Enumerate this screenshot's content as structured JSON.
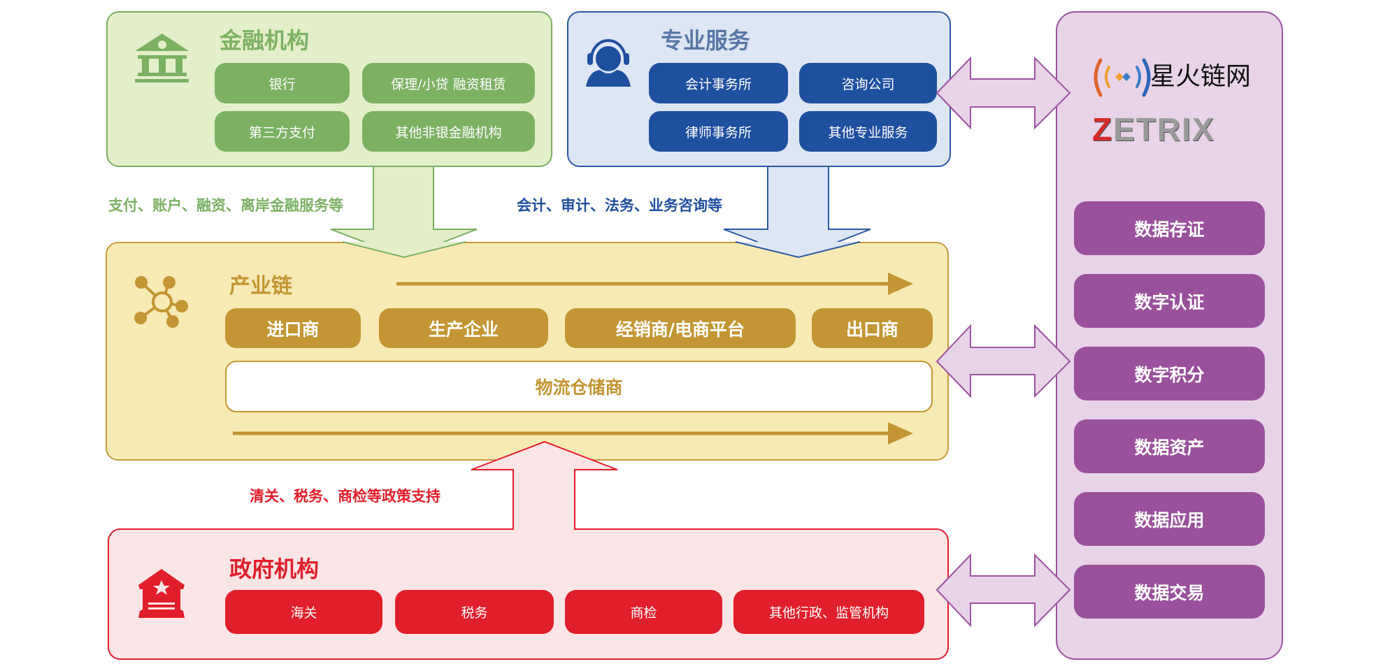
{
  "finance": {
    "title": "金融机构",
    "icon": "bank-icon",
    "items": [
      "银行",
      "保理/小贷 融资租赁",
      "第三方支付",
      "其他非银金融机构"
    ],
    "arrow_label": "支付、账户、融资、离岸金融服务等",
    "color": "#7cb164"
  },
  "professional": {
    "title": "专业服务",
    "icon": "headset-user-icon",
    "items": [
      "会计事务所",
      "咨询公司",
      "律师事务所",
      "其他专业服务"
    ],
    "arrow_label": "会计、审计、法务、业务咨询等",
    "color": "#1f4f9f"
  },
  "industry": {
    "title": "产业链",
    "icon": "network-icon",
    "items": [
      "进口商",
      "生产企业",
      "经销商/电商平台",
      "出口商"
    ],
    "logistics": "物流仓储商",
    "color": "#c39633"
  },
  "government": {
    "title": "政府机构",
    "icon": "government-building-icon",
    "items": [
      "海关",
      "税务",
      "商检",
      "其他行政、监管机构"
    ],
    "arrow_label": "清关、税务、商检等政策支持",
    "color": "#e11e2b"
  },
  "chain": {
    "logo_cn": "星火链网",
    "logo_en": "ZETRIX",
    "items": [
      "数据存证",
      "数字认证",
      "数字积分",
      "数据资产",
      "数据应用",
      "数据交易"
    ],
    "color": "#9a519c"
  }
}
